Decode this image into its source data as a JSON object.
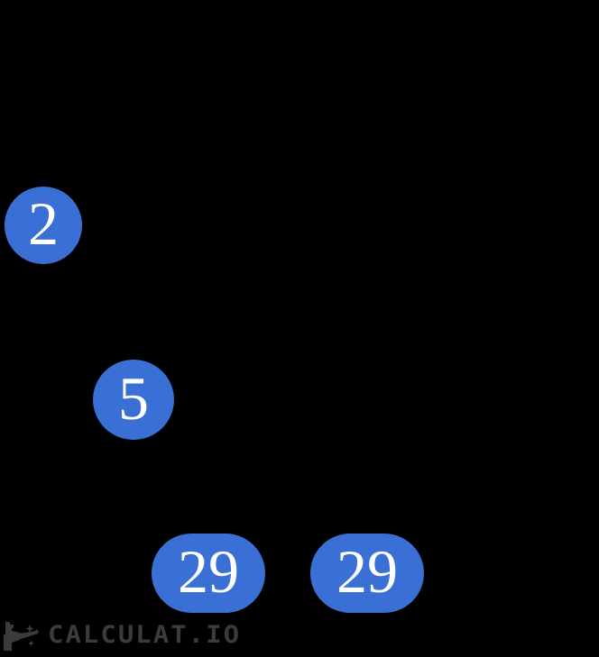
{
  "page": {
    "background_color": "#000000"
  },
  "diagram": {
    "type": "factor-tree",
    "node_fill_color": "#3a70d6",
    "node_text_color": "#ffffff",
    "nodes": [
      {
        "id": "node-2",
        "value": "2",
        "shape": "circle"
      },
      {
        "id": "node-5",
        "value": "5",
        "shape": "circle"
      },
      {
        "id": "node-29-left",
        "value": "29",
        "shape": "pill"
      },
      {
        "id": "node-29-right",
        "value": "29",
        "shape": "pill"
      }
    ]
  },
  "watermark": {
    "label": "CALCULAT.IO",
    "color": "#3b3b3b",
    "icon": "magic-wand-icon"
  }
}
